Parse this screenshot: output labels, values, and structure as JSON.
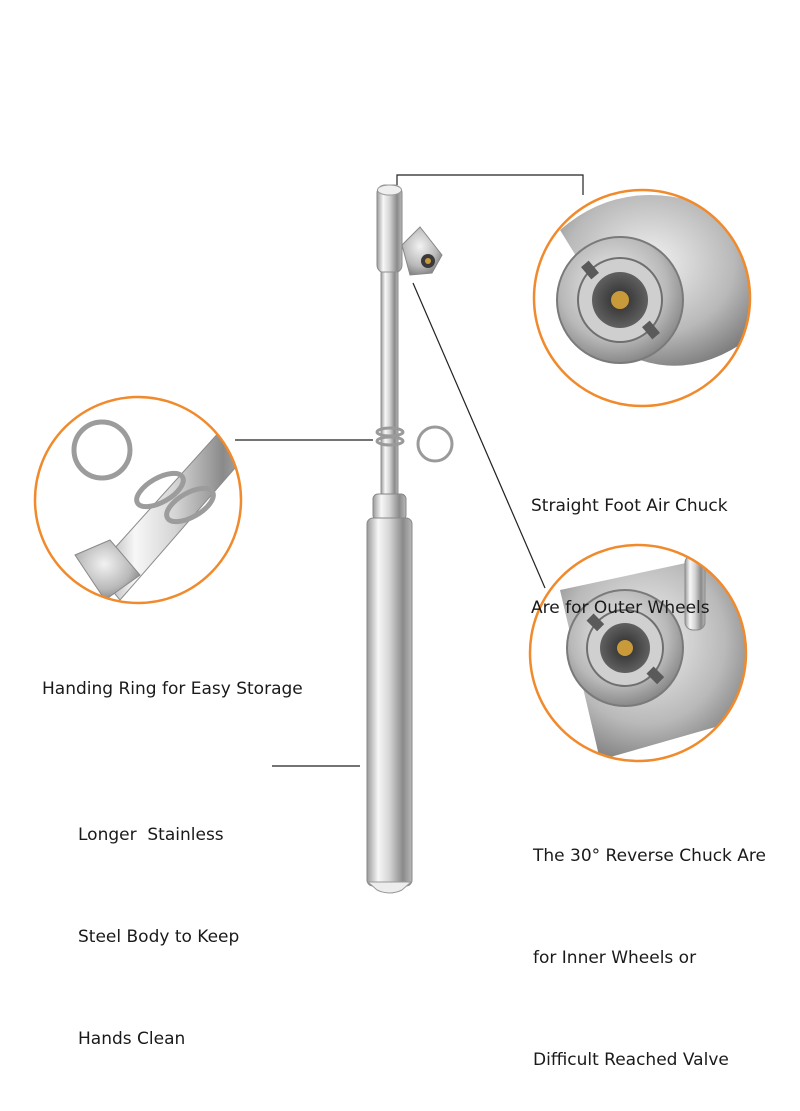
{
  "colors": {
    "circle_border": "#f08a2c",
    "leader_line": "#222222",
    "steel_light": "#f4f4f4",
    "steel_dark": "#8c8c8c",
    "brass": "#c99a3a"
  },
  "callouts": {
    "straight_chuck": [
      "Straight Foot Air Chuck",
      "Are for Outer Wheels"
    ],
    "handing_ring": [
      "Handing Ring for Easy Storage"
    ],
    "steel_body": [
      "Longer  Stainless",
      "Steel Body to Keep",
      "Hands Clean"
    ],
    "reverse_chuck": [
      "The 30° Reverse Chuck Are",
      "for Inner Wheels or",
      "Difficult Reached Valve"
    ]
  }
}
